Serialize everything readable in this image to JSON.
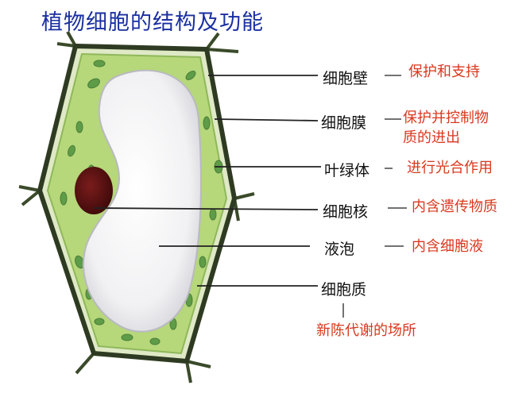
{
  "title": "植物细胞的结构及功能",
  "structures": [
    {
      "name": "细胞壁",
      "function": "保护和支持"
    },
    {
      "name": "细胞膜",
      "function_line1": "保护并控制物",
      "function_line2": "质的进出"
    },
    {
      "name": "叶绿体",
      "function": "进行光合作用"
    },
    {
      "name": "细胞核",
      "function": "内含遗传物质"
    },
    {
      "name": "液泡",
      "function": "内含细胞液"
    },
    {
      "name": "细胞质",
      "function": "新陈代谢的场所"
    }
  ],
  "colors": {
    "title": "#1a2fa0",
    "function_text": "#d9381e",
    "cytoplasm": "#b6d77a",
    "chloroplast": "#5f9c48",
    "nucleus": "#5a1212",
    "vacuole": "#e9e9ec",
    "wall": "#2e3b22"
  }
}
